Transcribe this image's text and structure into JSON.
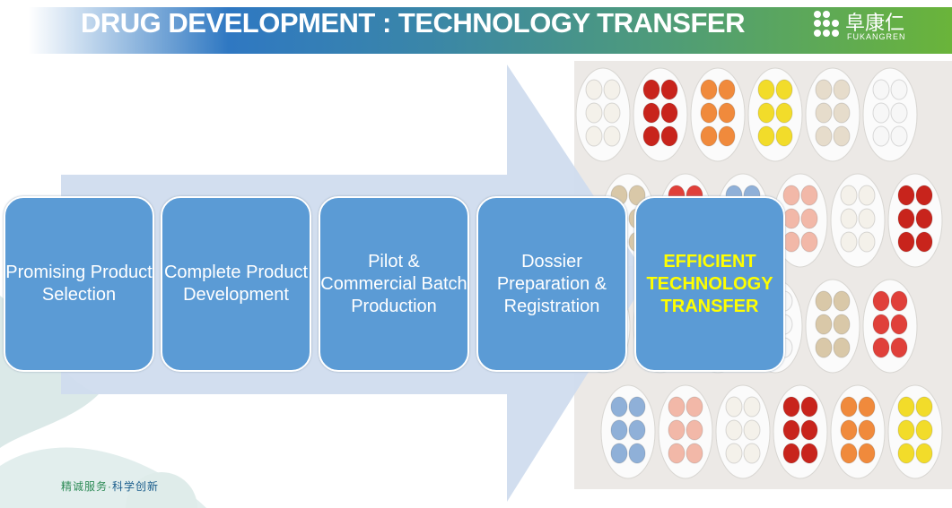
{
  "header": {
    "title": "DRUG DEVELOPMENT : TECHNOLOGY TRANSFER",
    "logo_cn": "阜康仁",
    "logo_en": "FUKANGREN"
  },
  "steps": [
    {
      "label": "Promising Product Selection"
    },
    {
      "label": "Complete Product Development"
    },
    {
      "label": "Pilot & Commercial Batch Production"
    },
    {
      "label": "Dossier Preparation & Registration"
    },
    {
      "label": "EFFICIENT TECHNOLOGY TRANSFER"
    }
  ],
  "footer": {
    "slogan_a": "精诚服务·",
    "slogan_b": "科学创新"
  },
  "colors": {
    "box": "#5b9bd5",
    "arrow": "#d0dcee",
    "highlight": "#ffff00"
  }
}
